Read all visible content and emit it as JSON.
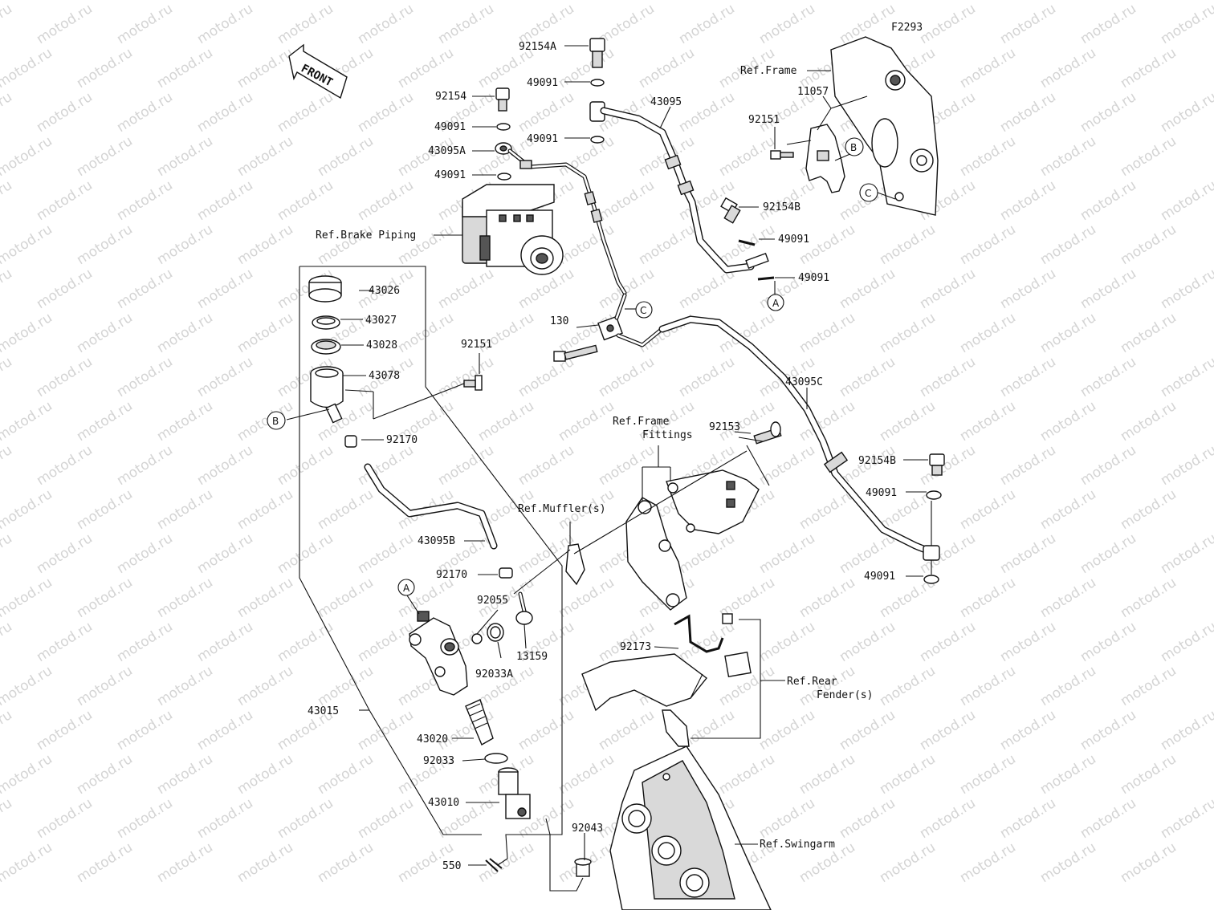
{
  "figure_code": "F2293",
  "watermark": "motod.ru",
  "front_label": "FRONT",
  "ref_labels": {
    "frame": "Ref.Frame",
    "brake_piping": "Ref.Brake Piping",
    "frame_fittings_1": "Ref.Frame",
    "frame_fittings_2": "Fittings",
    "mufflers": "Ref.Muffler(s)",
    "rear_fender_1": "Ref.Rear",
    "rear_fender_2": "Fender(s)",
    "swingarm": "Ref.Swingarm"
  },
  "parts": {
    "p92154A": "92154A",
    "p49091a": "49091",
    "p92154": "92154",
    "p43095": "43095",
    "p49091b": "49091",
    "p49091c": "49091",
    "p43095A": "43095A",
    "p49091d": "49091",
    "p11057": "11057",
    "p92151a": "92151",
    "p92154B": "92154B",
    "p49091e": "49091",
    "p49091f": "49091",
    "p43026": "43026",
    "p43027": "43027",
    "p43028": "43028",
    "p43078": "43078",
    "p92151b": "92151",
    "p130": "130",
    "p43095C": "43095C",
    "p92170a": "92170",
    "p92153": "92153",
    "p92154B2": "92154B",
    "p49091g": "49091",
    "p49091h": "49091",
    "p43095B": "43095B",
    "p92170b": "92170",
    "p92055": "92055",
    "p92033A": "92033A",
    "p13159": "13159",
    "p92173": "92173",
    "p43015": "43015",
    "p43020": "43020",
    "p92033": "92033",
    "p43010": "43010",
    "p92043": "92043",
    "p550": "550"
  },
  "callouts": {
    "a1": "A",
    "a2": "A",
    "b1": "B",
    "b2": "B",
    "c1": "C",
    "c2": "C"
  }
}
